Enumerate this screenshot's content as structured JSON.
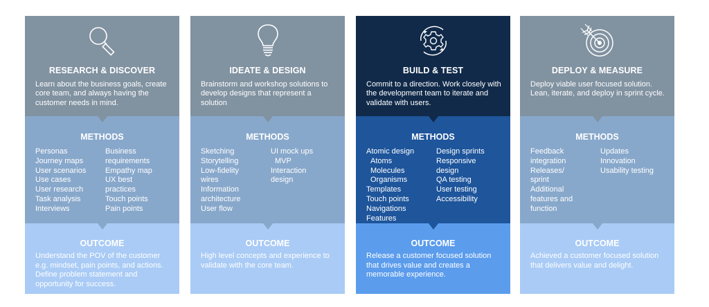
{
  "colors": {
    "grey_header": "#8192a1",
    "methods_mid": "#88a8cb",
    "outcome_light": "#a9cbf5",
    "build_header": "#112a4a",
    "build_methods": "#1e559b",
    "build_outcome": "#5b9cec"
  },
  "stages": [
    {
      "icon": "magnifier-icon",
      "title": "RESEARCH & DISCOVER",
      "description": "Learn about the business goals, create core team, and always having the customer needs in mind.",
      "methods_title": "METHODS",
      "methods_left": [
        "Personas",
        "Journey maps",
        "User scenarios",
        "Use cases",
        "User research",
        "Task analysis",
        "Interviews"
      ],
      "methods_right": [
        "Business",
        "requirements",
        "Empathy map",
        "UX best",
        "practices",
        "Touch points",
        "Pain points"
      ],
      "outcome_title": "OUTCOME",
      "outcome": "Understand the POV of the customer e.g. mindset, pain points, and actions. Define problem statement and opportunity for success."
    },
    {
      "icon": "lightbulb-icon",
      "title": "IDEATE & DESIGN",
      "description": "Brainstorm and workshop solutions to develop designs that represent a solution",
      "methods_title": "METHODS",
      "methods_left": [
        "Sketching",
        "Storytelling",
        "Low-fidelity",
        "wires",
        "Information",
        "architecture",
        "User flow"
      ],
      "methods_right": [
        "UI mock ups",
        " MVP",
        "Interaction",
        "design"
      ],
      "outcome_title": "OUTCOME",
      "outcome": "High level concepts and experience to validate with the core team."
    },
    {
      "icon": "gear-cycle-icon",
      "title": "BUILD & TEST",
      "description": "Commit to a direction. Work closely with the development team to iterate and validate with users.",
      "methods_title": "METHODS",
      "methods_left": [
        "Atomic design",
        "Atoms",
        "Molecules",
        "Organisms",
        "Templates",
        "Touch points",
        "Navigations",
        "Features"
      ],
      "methods_right": [
        "Design sprints",
        "Responsive",
        "design",
        "QA testing",
        "User testing",
        "Accessibility"
      ],
      "outcome_title": "OUTCOME",
      "outcome": "Release a customer focused solution that drives value and creates a memorable experience."
    },
    {
      "icon": "target-arrow-icon",
      "title": "DEPLOY & MEASURE",
      "description": "Deploy viable user focused solution. Lean, iterate, and deploy in sprint cycle.",
      "methods_title": "METHODS",
      "methods_left": [
        "Feedback",
        "integration",
        "Releases/",
        "sprint",
        "Additional",
        "features and",
        "function"
      ],
      "methods_right": [
        "Updates",
        "Innovation",
        "Usability testing"
      ],
      "outcome_title": "OUTCOME",
      "outcome": "Achieved a customer focused solution that delivers value and delight."
    }
  ]
}
